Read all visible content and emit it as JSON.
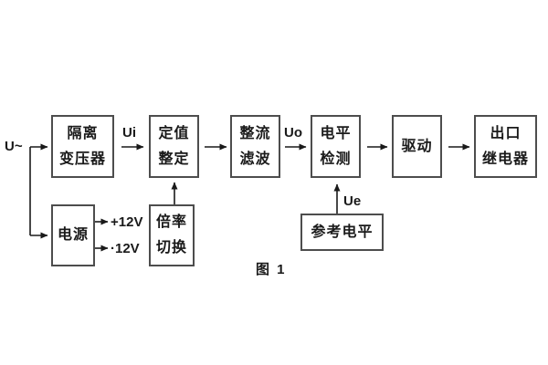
{
  "figure": {
    "caption": "图 1",
    "colors": {
      "background": "#ffffff",
      "block_border": "#4d4d4d",
      "wire": "#1a1a1a",
      "text": "#1a1a1a"
    }
  },
  "labels": {
    "input_signal": "U~",
    "ui": "Ui",
    "uo": "Uo",
    "ue": "Ue",
    "plus_12v": "+12V",
    "minus_12v": "·12V"
  },
  "blocks": {
    "isolation_transformer": {
      "lines": [
        "隔离",
        "变压器"
      ]
    },
    "setting_adjust": {
      "lines": [
        "定值",
        "整定"
      ]
    },
    "rectifier_filter": {
      "lines": [
        "整流",
        "滤波"
      ]
    },
    "level_detection": {
      "lines": [
        "电平",
        "检测"
      ]
    },
    "driver": {
      "lines": [
        "驱动"
      ]
    },
    "output_relay": {
      "lines": [
        "出口",
        "继电器"
      ]
    },
    "power_supply": {
      "lines": [
        "电源"
      ]
    },
    "ratio_switching": {
      "lines": [
        "倍率",
        "切换"
      ]
    },
    "reference_level": {
      "lines": [
        "参考电平"
      ]
    }
  }
}
